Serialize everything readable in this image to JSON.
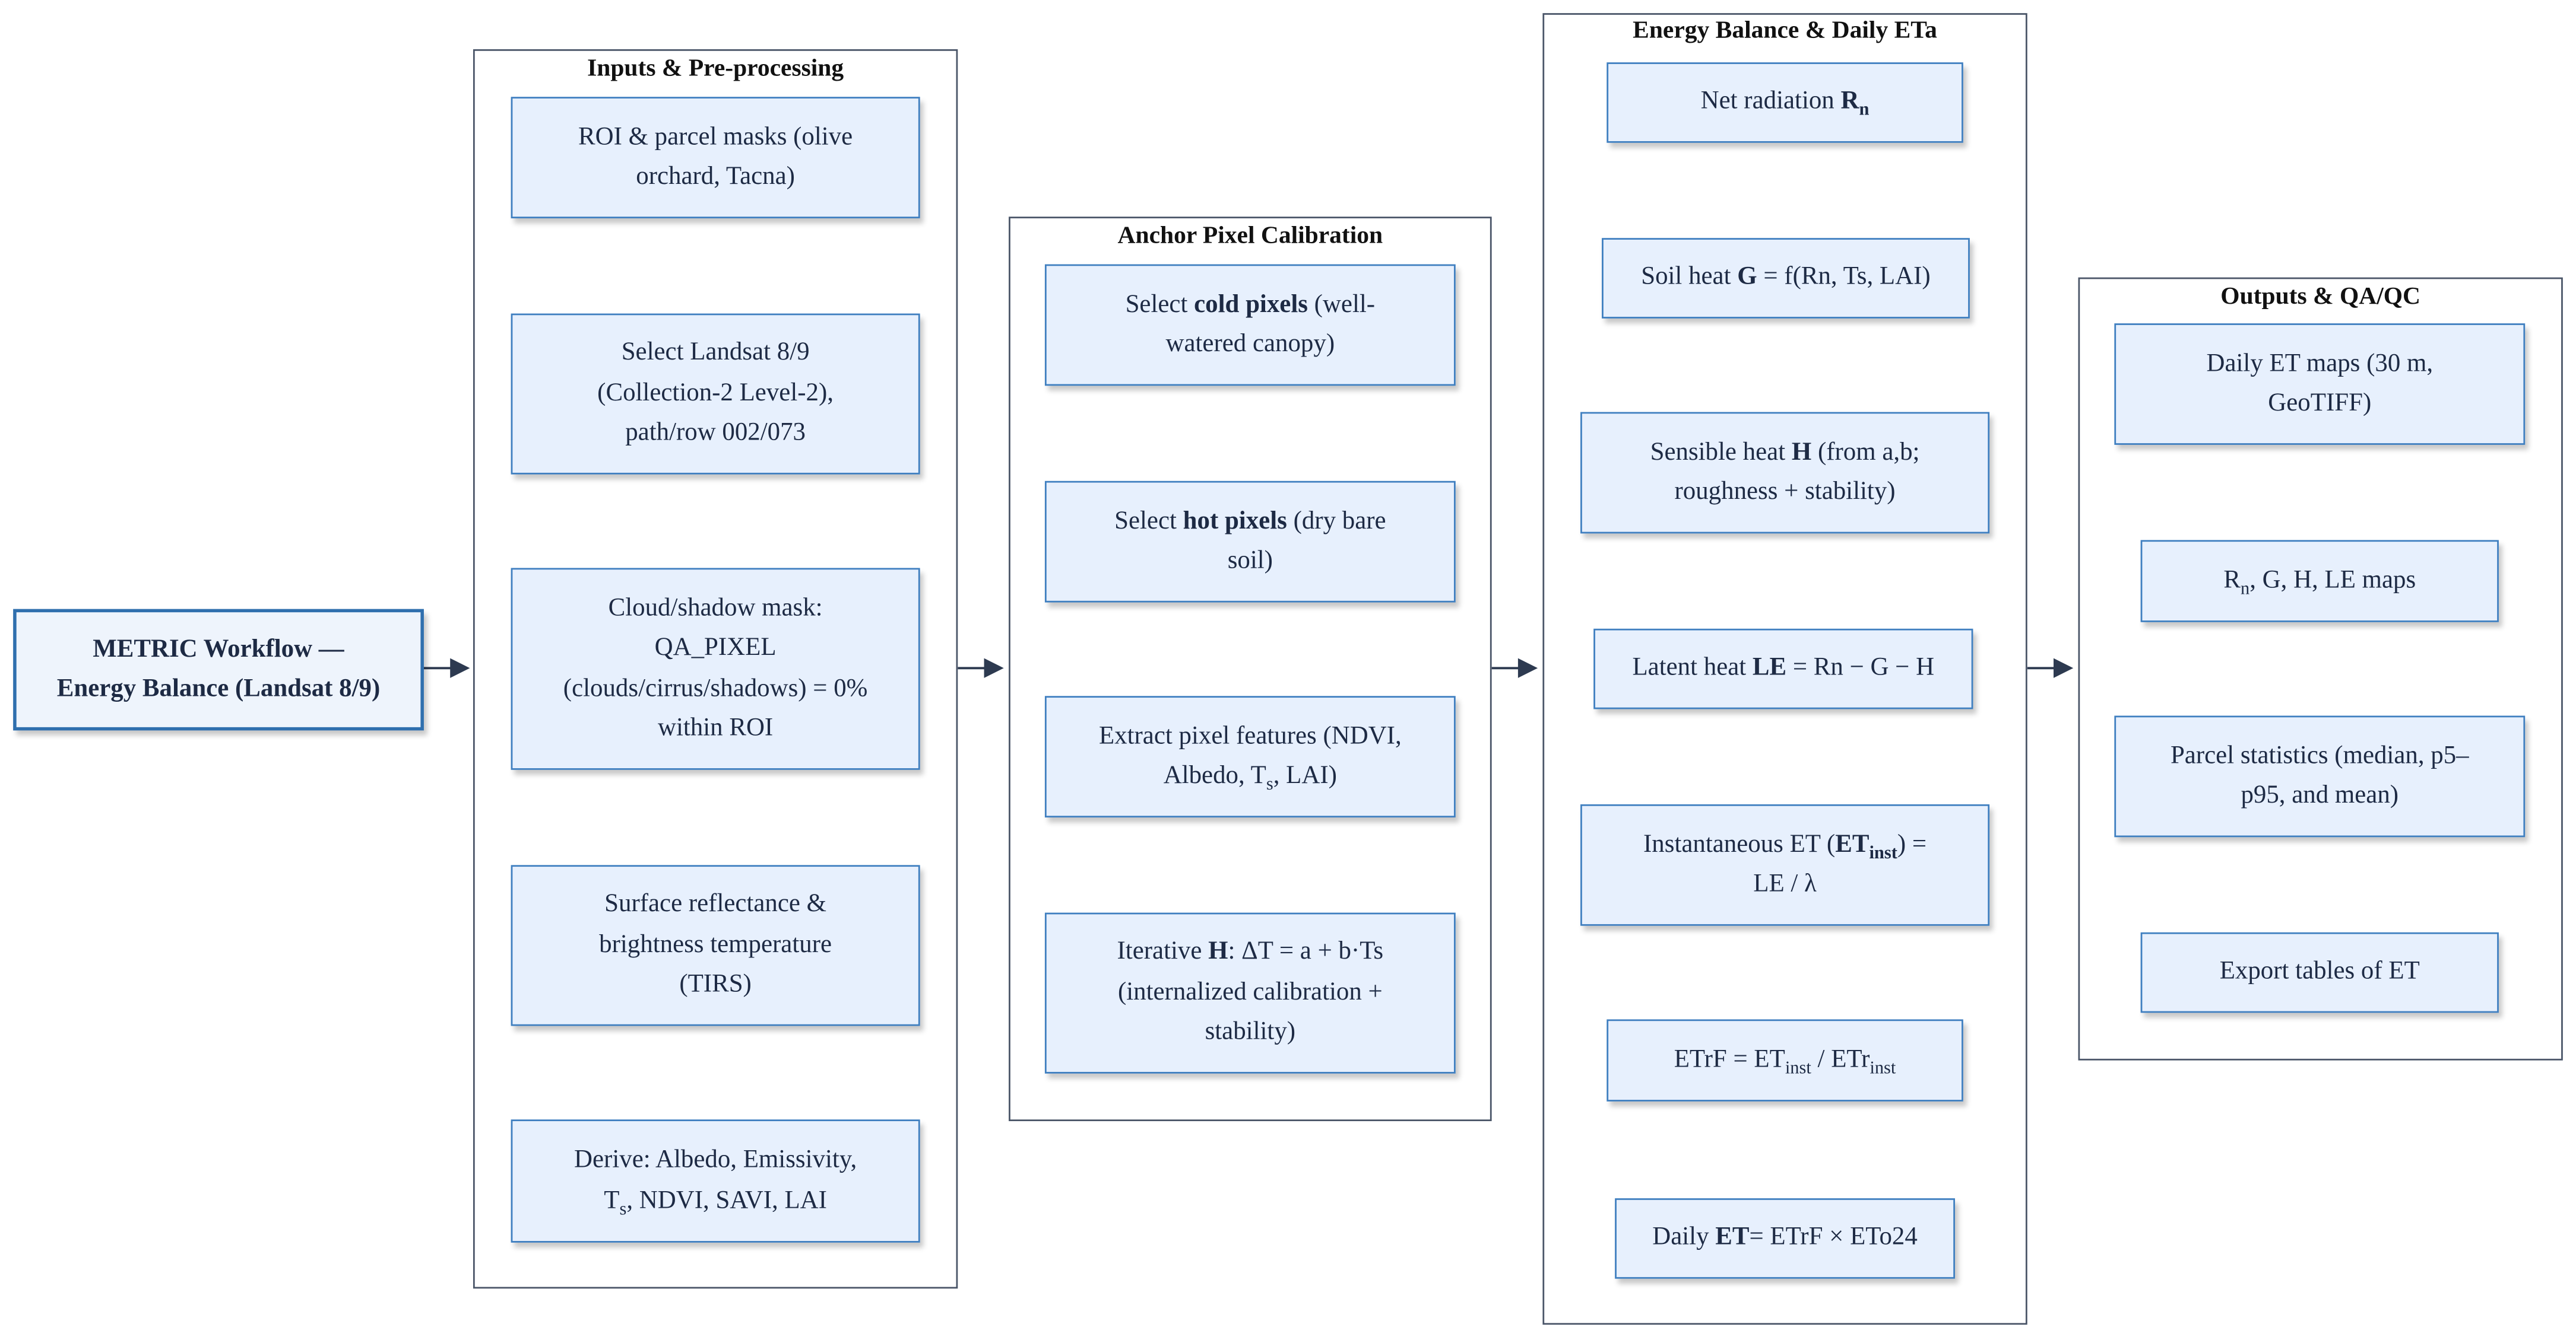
{
  "start": {
    "lines": [
      [
        {
          "t": "METRIC Workflow —"
        }
      ],
      [
        {
          "t": "Energy Balance (Landsat 8/9)"
        }
      ]
    ]
  },
  "groups": [
    {
      "title": "Inputs & Pre-processing",
      "boxes": [
        {
          "lines": [
            [
              {
                "t": "ROI & parcel masks (olive"
              }
            ],
            [
              {
                "t": "orchard, Tacna)"
              }
            ]
          ]
        },
        {
          "lines": [
            [
              {
                "t": "Select Landsat 8/9"
              }
            ],
            [
              {
                "t": "(Collection-2 Level-2),"
              }
            ],
            [
              {
                "t": "path/row 002/073"
              }
            ]
          ]
        },
        {
          "lines": [
            [
              {
                "t": "Cloud/shadow mask:"
              }
            ],
            [
              {
                "t": "QA_PIXEL"
              }
            ],
            [
              {
                "t": "(clouds/cirrus/shadows) = 0%"
              }
            ],
            [
              {
                "t": "within ROI"
              }
            ]
          ]
        },
        {
          "lines": [
            [
              {
                "t": "Surface reflectance &"
              }
            ],
            [
              {
                "t": "brightness temperature"
              }
            ],
            [
              {
                "t": "(TIRS)"
              }
            ]
          ]
        },
        {
          "lines": [
            [
              {
                "t": "Derive: Albedo, Emissivity,"
              }
            ],
            [
              {
                "t": "T"
              },
              {
                "t": "s",
                "sub": true
              },
              {
                "t": ", NDVI, SAVI, LAI"
              }
            ]
          ]
        }
      ]
    },
    {
      "title": "Anchor Pixel Calibration",
      "boxes": [
        {
          "lines": [
            [
              {
                "t": "Select "
              },
              {
                "t": "cold pixels",
                "b": true
              },
              {
                "t": " (well-"
              }
            ],
            [
              {
                "t": "watered canopy)"
              }
            ]
          ]
        },
        {
          "lines": [
            [
              {
                "t": "Select "
              },
              {
                "t": "hot pixels",
                "b": true
              },
              {
                "t": " (dry bare"
              }
            ],
            [
              {
                "t": "soil)"
              }
            ]
          ]
        },
        {
          "lines": [
            [
              {
                "t": "Extract pixel features (NDVI,"
              }
            ],
            [
              {
                "t": "Albedo, T"
              },
              {
                "t": "s",
                "sub": true
              },
              {
                "t": ", LAI)"
              }
            ]
          ]
        },
        {
          "lines": [
            [
              {
                "t": "Iterative "
              },
              {
                "t": "H",
                "b": true
              },
              {
                "t": ": ΔT = a + b·Ts"
              }
            ],
            [
              {
                "t": "(internalized calibration +"
              }
            ],
            [
              {
                "t": "stability)"
              }
            ]
          ]
        }
      ]
    },
    {
      "title": "Energy Balance & Daily ETa",
      "boxes": [
        {
          "lines": [
            [
              {
                "t": "Net radiation "
              },
              {
                "t": "R",
                "b": true
              },
              {
                "t": "n",
                "sub": true,
                "b": true
              }
            ]
          ]
        },
        {
          "lines": [
            [
              {
                "t": "Soil heat "
              },
              {
                "t": "G",
                "b": true
              },
              {
                "t": " = f(Rn, Ts, LAI)"
              }
            ]
          ]
        },
        {
          "lines": [
            [
              {
                "t": "Sensible heat "
              },
              {
                "t": "H",
                "b": true
              },
              {
                "t": " (from a,b;"
              }
            ],
            [
              {
                "t": "roughness + stability)"
              }
            ]
          ]
        },
        {
          "lines": [
            [
              {
                "t": "Latent heat "
              },
              {
                "t": "LE",
                "b": true
              },
              {
                "t": " = Rn − G − H"
              }
            ]
          ]
        },
        {
          "lines": [
            [
              {
                "t": "Instantaneous ET ("
              },
              {
                "t": "ET",
                "b": true
              },
              {
                "t": "inst",
                "sub": true,
                "b": true
              },
              {
                "t": ") ="
              }
            ],
            [
              {
                "t": "LE / λ"
              }
            ]
          ]
        },
        {
          "lines": [
            [
              {
                "t": "ETrF = ET"
              },
              {
                "t": "inst",
                "sub": true
              },
              {
                "t": " / ETr"
              },
              {
                "t": "inst",
                "sub": true
              }
            ]
          ]
        },
        {
          "lines": [
            [
              {
                "t": "Daily "
              },
              {
                "t": "ET",
                "b": true
              },
              {
                "t": "= ETrF × ETo24"
              }
            ]
          ]
        }
      ]
    },
    {
      "title": "Outputs & QA/QC",
      "boxes": [
        {
          "lines": [
            [
              {
                "t": "Daily ET maps (30 m,"
              }
            ],
            [
              {
                "t": "GeoTIFF)"
              }
            ]
          ]
        },
        {
          "lines": [
            [
              {
                "t": "R"
              },
              {
                "t": "n",
                "sub": true
              },
              {
                "t": ", G, H, LE maps"
              }
            ]
          ]
        },
        {
          "lines": [
            [
              {
                "t": "Parcel statistics (median, p5–"
              }
            ],
            [
              {
                "t": "p95, and mean)"
              }
            ]
          ]
        },
        {
          "lines": [
            [
              {
                "t": "Export tables of ET"
              }
            ]
          ]
        }
      ]
    }
  ],
  "colors": {
    "box_fill": "#e7f0fd",
    "box_border": "#3f7fc0",
    "arrow": "#2d3a50",
    "group_border": "#4a5568"
  },
  "icons": {
    "connector": "arrow-right",
    "flow": "arrow-down"
  }
}
